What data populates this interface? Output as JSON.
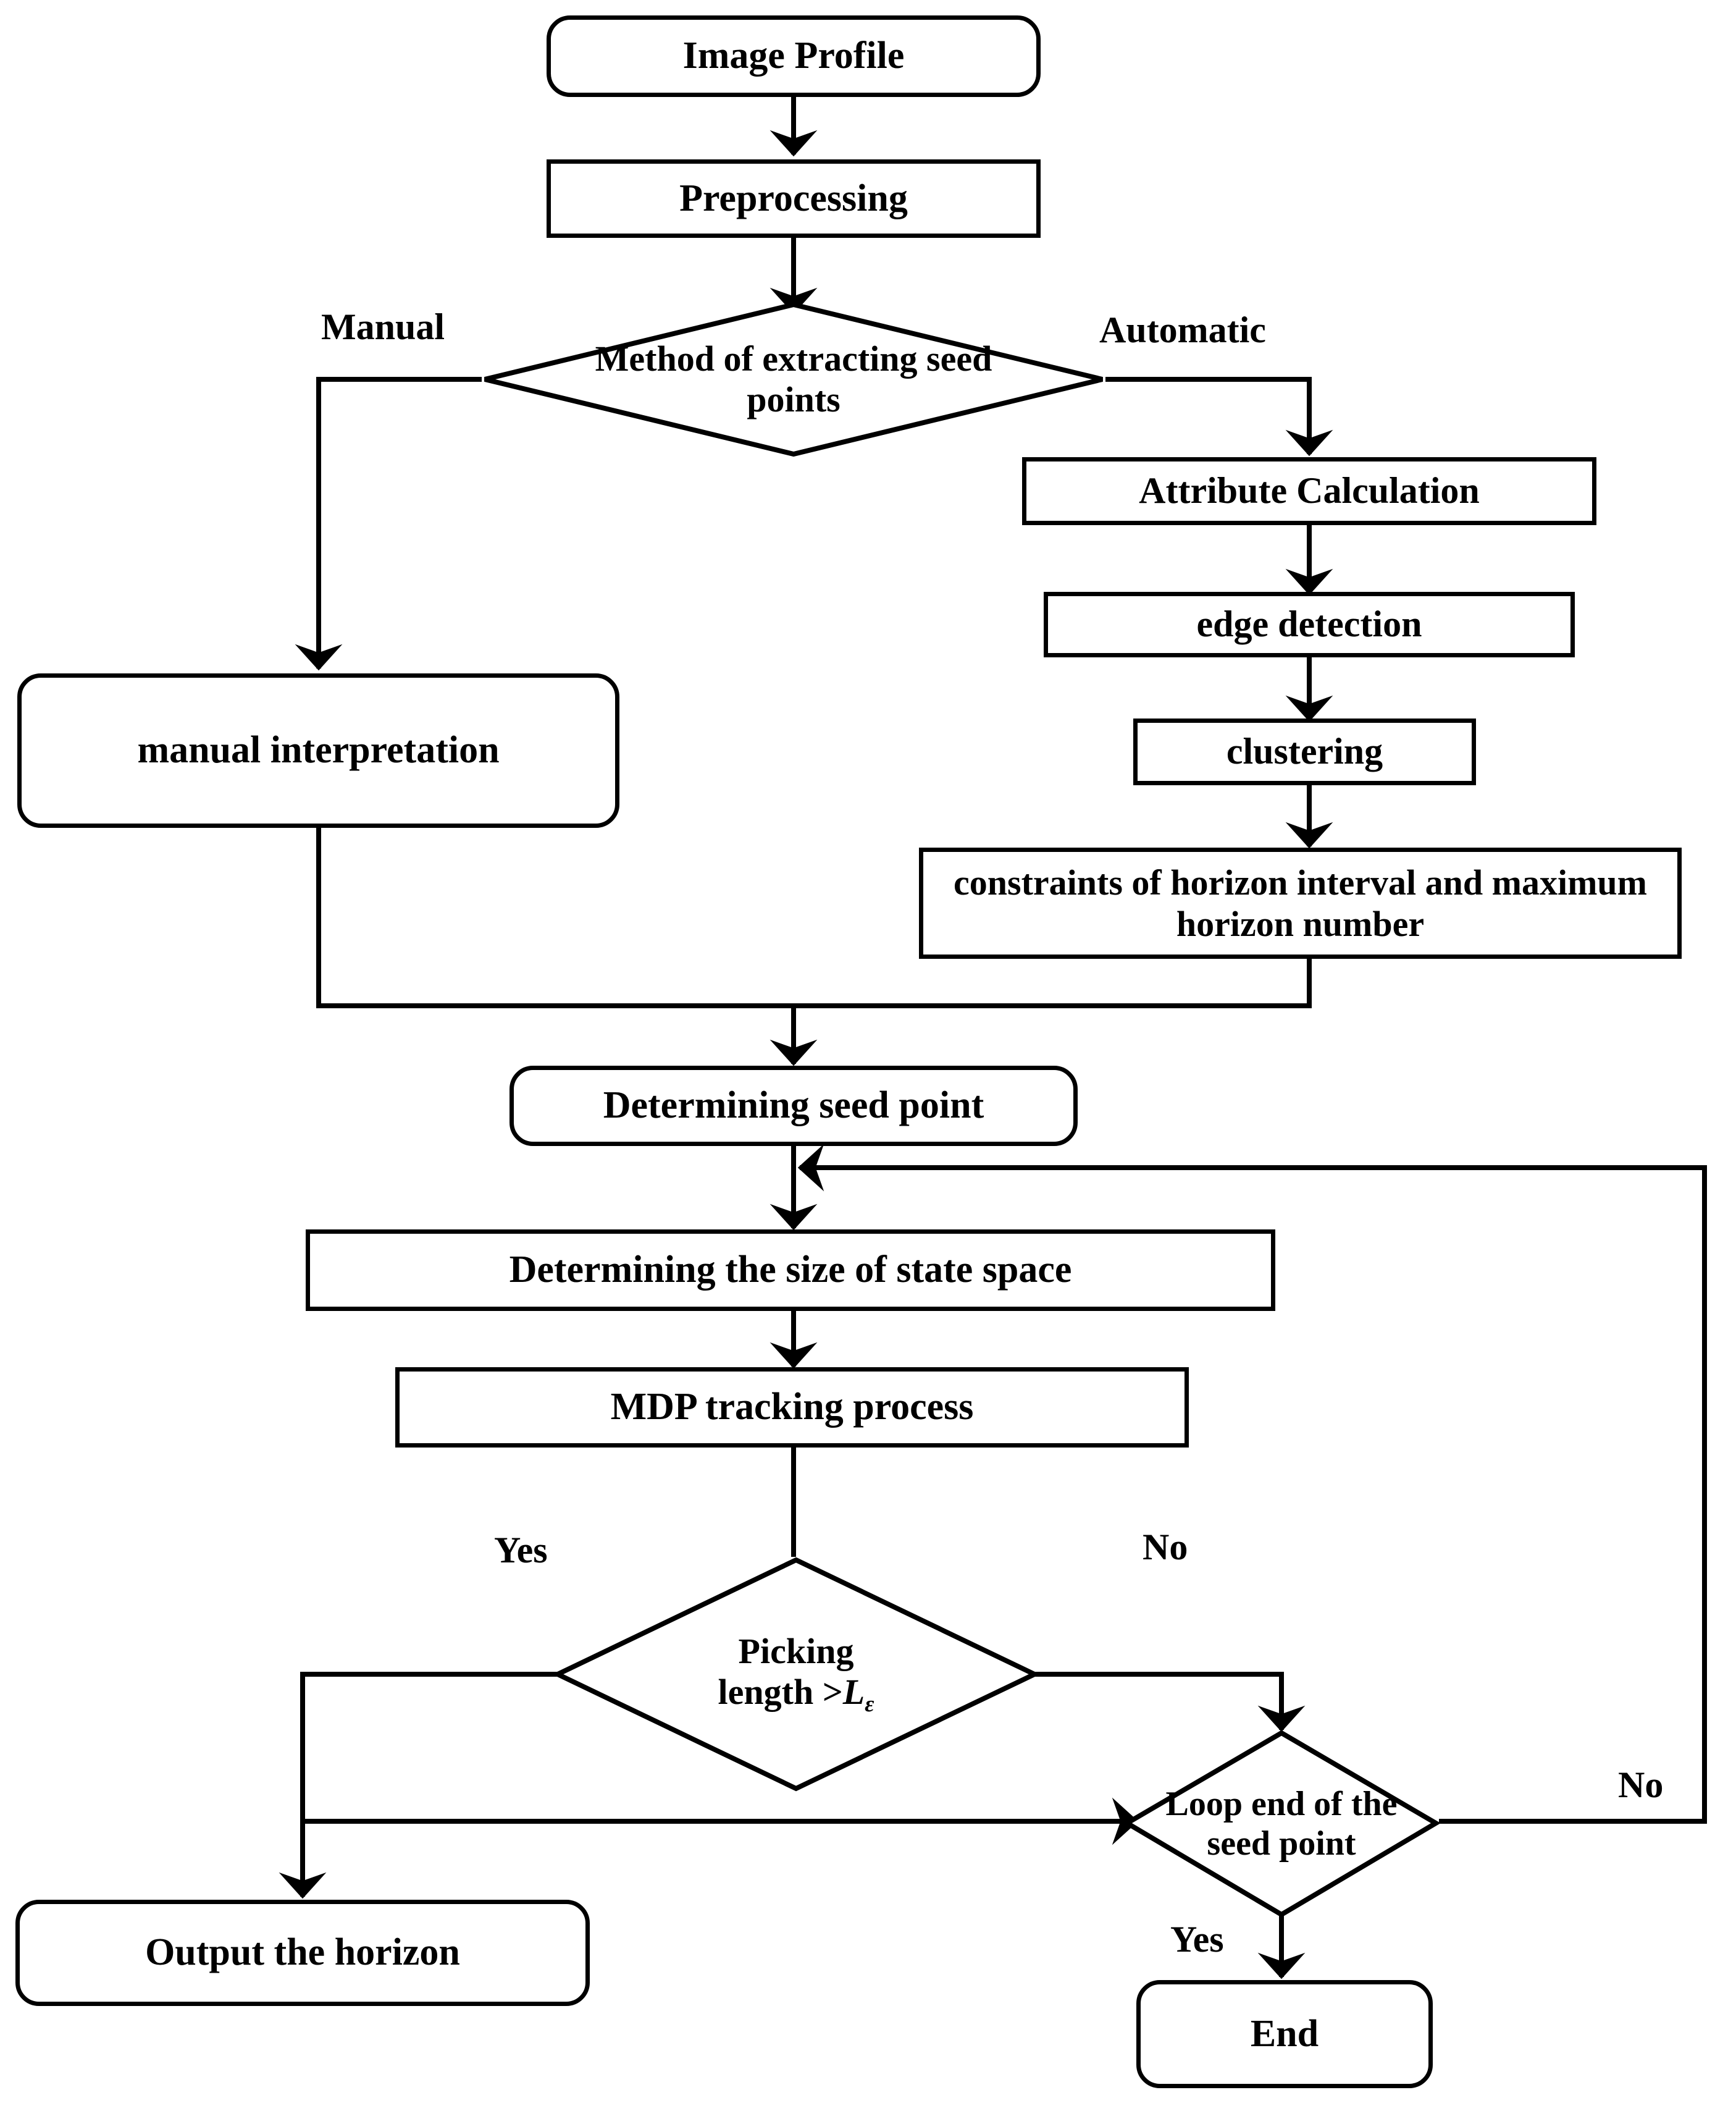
{
  "diagram": {
    "type": "flowchart",
    "title": "Horizon picking workflow",
    "stroke_color": "#000000",
    "fill_color": "#ffffff",
    "background": "#ffffff"
  },
  "nodes": {
    "image_profile": {
      "label": "Image Profile",
      "shape": "rounded-rectangle"
    },
    "preprocessing": {
      "label": "Preprocessing",
      "shape": "rectangle"
    },
    "method_decision": {
      "label": "Method of extracting seed points",
      "shape": "diamond"
    },
    "manual_interpretation": {
      "label": "manual interpretation",
      "shape": "rounded-rectangle"
    },
    "attribute_calculation": {
      "label": "Attribute Calculation",
      "shape": "rectangle"
    },
    "edge_detection": {
      "label": "edge detection",
      "shape": "rectangle"
    },
    "clustering": {
      "label": "clustering",
      "shape": "rectangle"
    },
    "constraints": {
      "label": "constraints of horizon interval and maximum horizon number",
      "shape": "rectangle"
    },
    "determining_seed_point": {
      "label": "Determining seed point",
      "shape": "rounded-rectangle"
    },
    "state_space": {
      "label": "Determining the size of state space",
      "shape": "rectangle"
    },
    "mdp_tracking": {
      "label": "MDP tracking process",
      "shape": "rectangle"
    },
    "picking_length_decision": {
      "label_line1": "Picking",
      "label_line2_pre": "length >",
      "label_line2_var": "L",
      "label_line2_sub": "ε",
      "shape": "diamond"
    },
    "loop_end_decision": {
      "label": "Loop end of the seed point",
      "shape": "diamond"
    },
    "output_horizon": {
      "label": "Output the horizon",
      "shape": "rounded-rectangle"
    },
    "end": {
      "label": "End",
      "shape": "rounded-rectangle"
    }
  },
  "edge_labels": {
    "manual": "Manual",
    "automatic": "Automatic",
    "picking_yes": "Yes",
    "picking_no": "No",
    "loop_no": "No",
    "loop_yes": "Yes"
  }
}
